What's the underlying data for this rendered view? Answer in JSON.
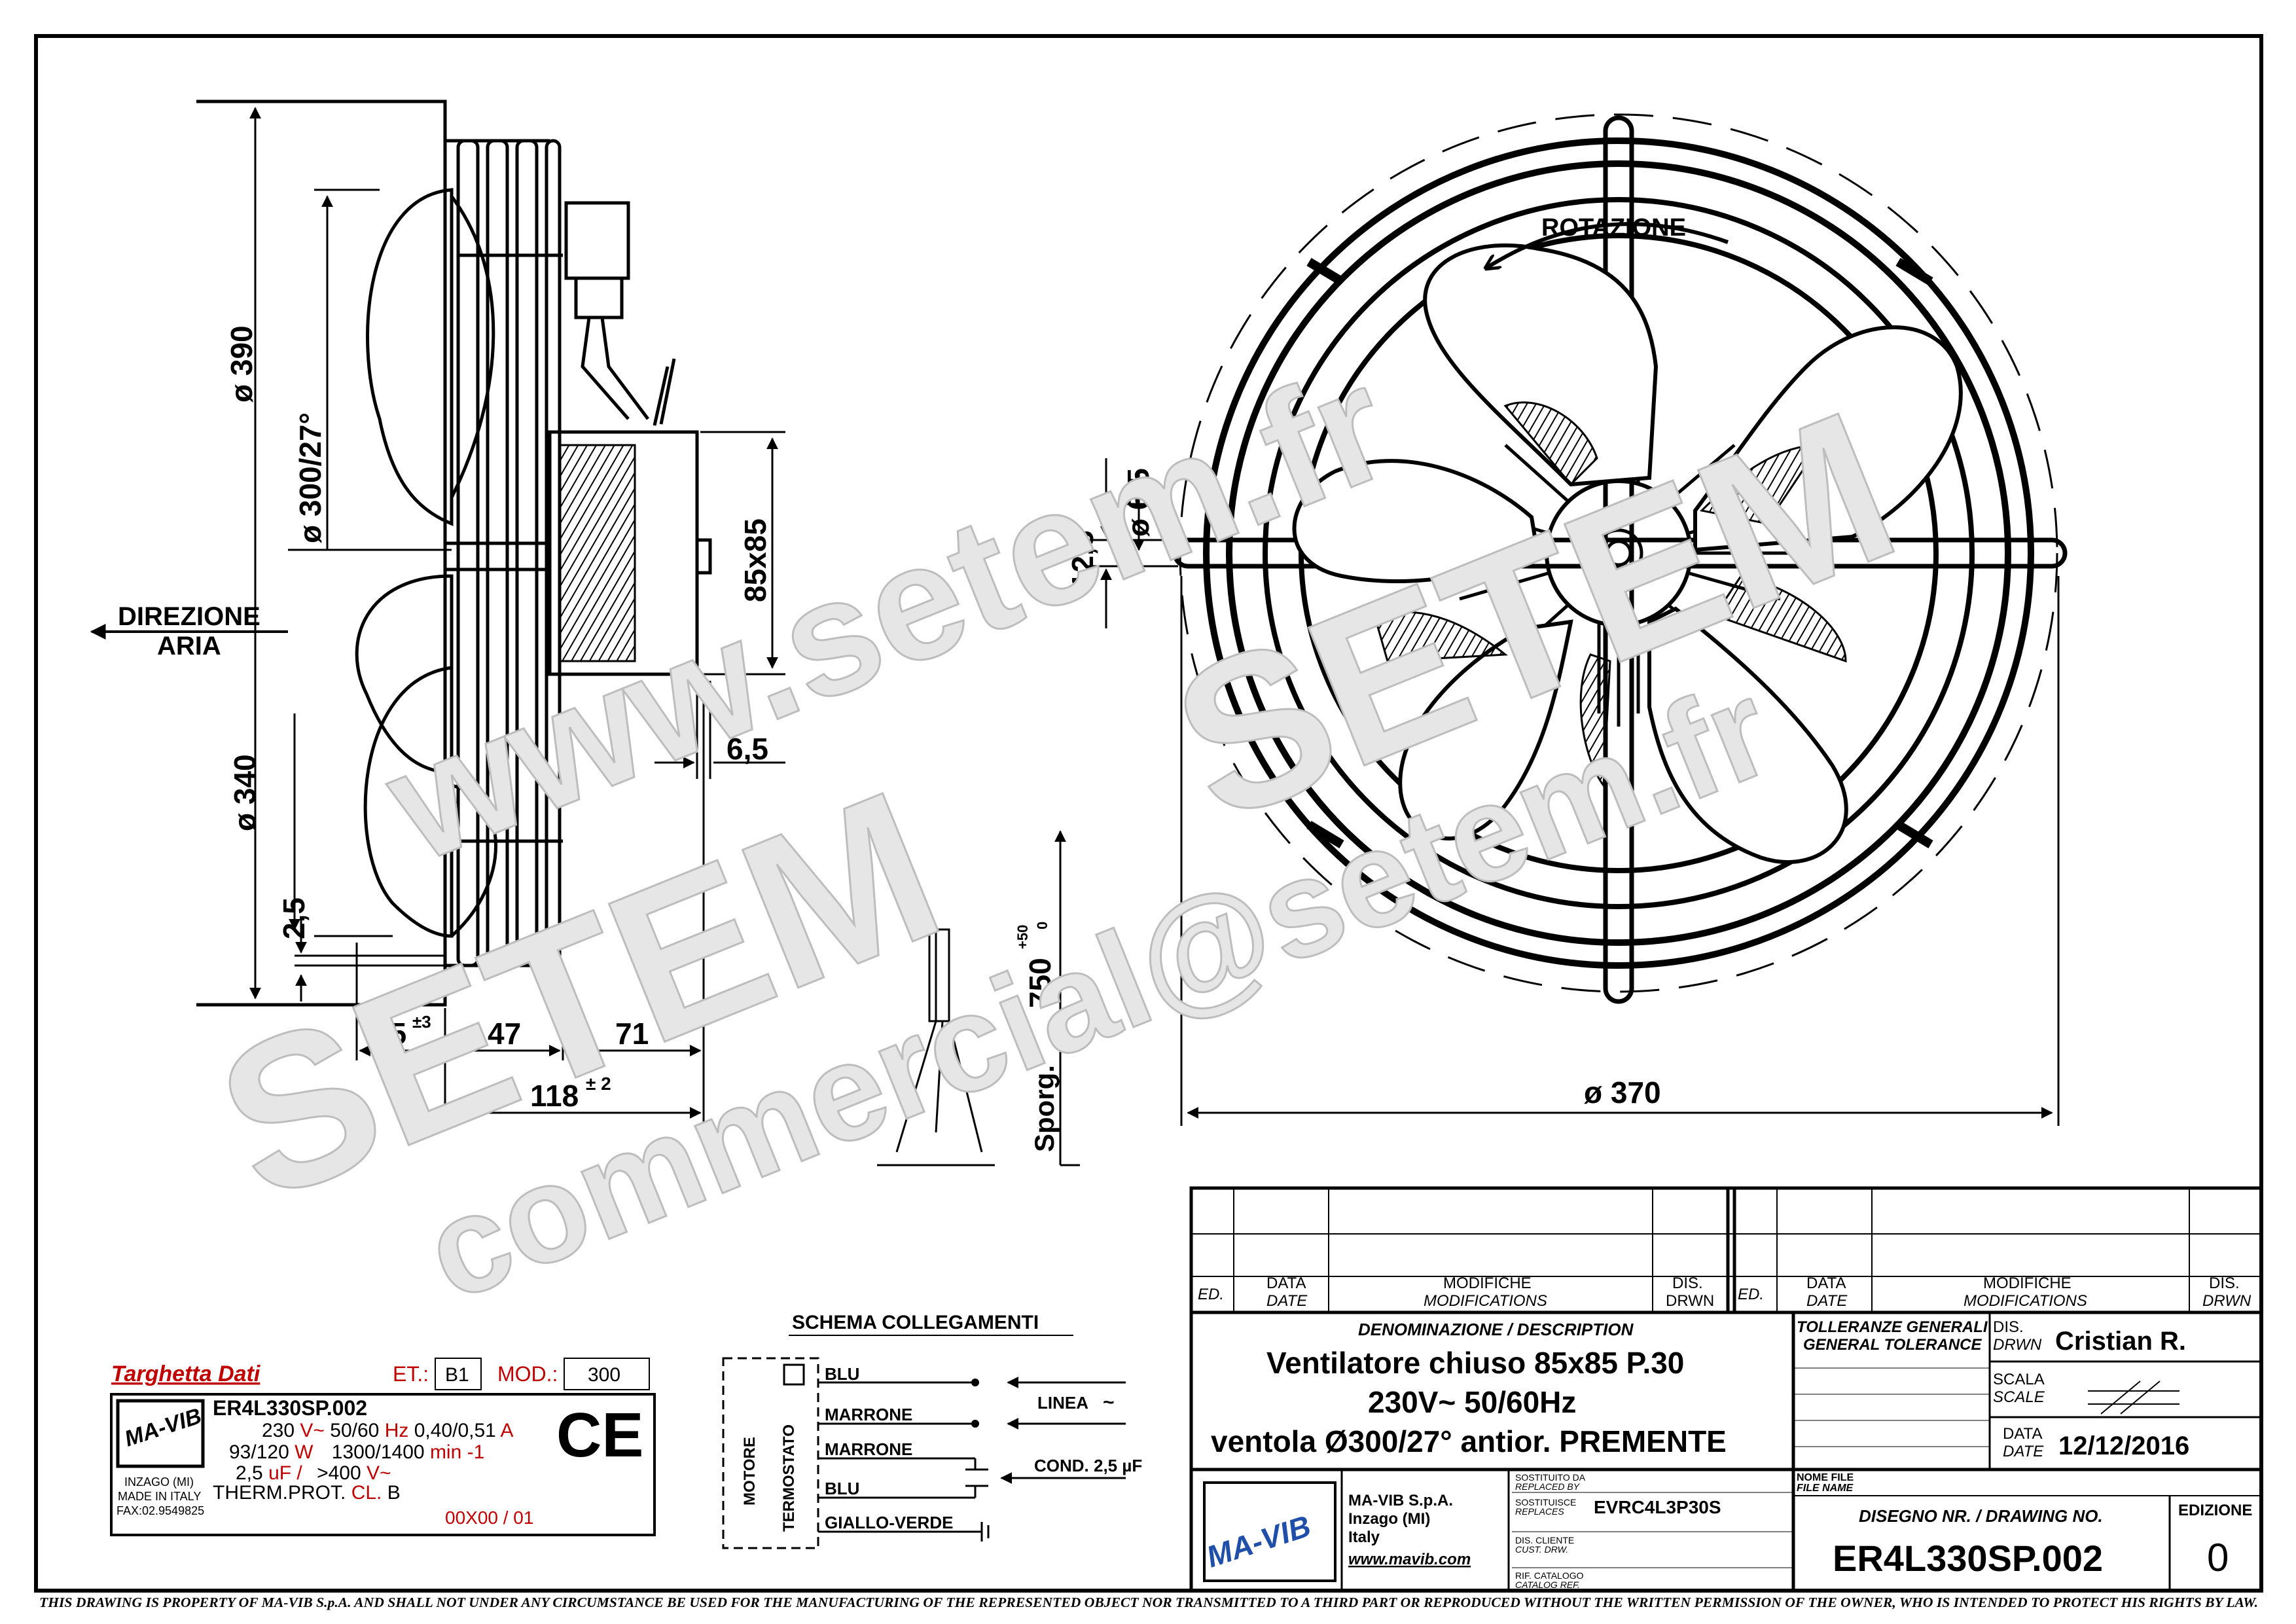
{
  "side_view": {
    "dims": {
      "d390": "ø 390",
      "d300": "ø 300/27°",
      "d340": "ø 340",
      "h25": "2,5",
      "motor": "85x85",
      "off65": "6,5",
      "l35": "35",
      "l35tol": "±3",
      "l47": "47",
      "l71": "71",
      "l118": "118",
      "l118tol": "± 2"
    },
    "direction_line1": "DIREZIONE",
    "direction_line2": "ARIA"
  },
  "front_view": {
    "rotation": "ROTAZIONE",
    "d370": "ø 370",
    "hole": "ø 6,5",
    "h125": "12,5"
  },
  "cable": {
    "length": "750",
    "tol_plus": "+50",
    "tol_zero": "0",
    "label": "Sporg."
  },
  "watermark": {
    "line1": "www.setem.fr",
    "line2": "SETEM",
    "line3": "commercial@setem.fr"
  },
  "nameplate": {
    "title": "Targhetta Dati",
    "et_label": "ET.:",
    "et_value": "B1",
    "mod_label": "MOD.:",
    "mod_value": "300",
    "logo": "MA-VIB",
    "code": "ER4L330SP.002",
    "volt": "230",
    "volt_unit": "V~",
    "freq": "50/60",
    "freq_unit": "Hz",
    "amps": "0,40/0,51",
    "amps_unit": "A",
    "watts": "93/120",
    "watts_unit": "W",
    "rpm": "1300/1400",
    "rpm_unit": "min -1",
    "cap": "2,5",
    "cap_unit": "uF /",
    "cap_volt": ">400",
    "cap_volt_unit": "V~",
    "therm_prefix": "THERM.PROT.",
    "therm_cl": "CL.",
    "therm_class": "B",
    "batch": "00X00 / 01",
    "maker_line1": "INZAGO (MI)",
    "maker_line2": "MADE IN ITALY",
    "maker_line3": "FAX:02.9549825",
    "ce": "CE"
  },
  "schema": {
    "title": "SCHEMA    COLLEGAMENTI",
    "motore": "MOTORE",
    "termostato": "TERMOSTATO",
    "wire1": "BLU",
    "wire2": "MARRONE",
    "wire3": "MARRONE",
    "wire4": "BLU",
    "wire5": "GIALLO-VERDE",
    "linea": "LINEA",
    "linea_sym": "~",
    "cond": "COND. 2,5 µF"
  },
  "title_block": {
    "hdr_ed": "ED.",
    "hdr_data": "DATA",
    "hdr_date": "DATE",
    "hdr_modifiche": "MODIFICHE",
    "hdr_modifications": "MODIFICATIONS",
    "hdr_dis": "DIS.",
    "hdr_drwn": "DRWN",
    "denominazione": "DENOMINAZIONE / DESCRIPTION",
    "desc1": "Ventilatore chiuso 85x85 P.30",
    "desc2": "230V~    50/60Hz",
    "desc3": "ventola Ø300/27° antior. PREMENTE",
    "tolleranze1": "TOLLERANZE GENERALI",
    "tolleranze2": "GENERAL TOLERANCE",
    "dis_label": "DIS.",
    "drwn_label": "DRWN",
    "drawn_by": "Cristian R.",
    "scala": "SCALA",
    "scale": "SCALE",
    "data_label": "DATA",
    "date_label": "DATE",
    "date": "12/12/2016",
    "company": "MA-VIB S.p.A.",
    "city": "Inzago (MI)",
    "country": "Italy",
    "website": "www.mavib.com",
    "sost_da1": "SOSTITUITO DA",
    "sost_da2": "REPLACED BY",
    "sost1": "SOSTITUISCE",
    "sost2": "REPLACES",
    "replaces_code": "EVRC4L3P30S",
    "cliente1": "DIS. CLIENTE",
    "cliente2": "CUST. DRW.",
    "catalogo1": "RIF. CATALOGO",
    "catalogo2": "CATALOG REF.",
    "nome_file1": "NOME FILE",
    "nome_file2": "FILE NAME",
    "disegno_label": "DISEGNO NR. / DRAWING NO.",
    "drawing_no": "ER4L330SP.002",
    "edizione_label": "EDIZIONE",
    "edizione": "0"
  },
  "footer": "THIS DRAWING IS PROPERTY OF MA-VIB S.p.A. AND SHALL NOT UNDER ANY CIRCUMSTANCE BE USED FOR THE MANUFACTURING OF THE REPRESENTED OBJECT NOR TRANSMITTED TO A THIRD PART OR REPRODUCED WITHOUT THE WRITTEN PERMISSION OF THE OWNER, WHO IS INTENDED TO PROTECT HIS RIGHTS BY LAW.",
  "colors": {
    "line": "#000000",
    "accent": "#c00000",
    "watermark": "#d0d0d0"
  }
}
